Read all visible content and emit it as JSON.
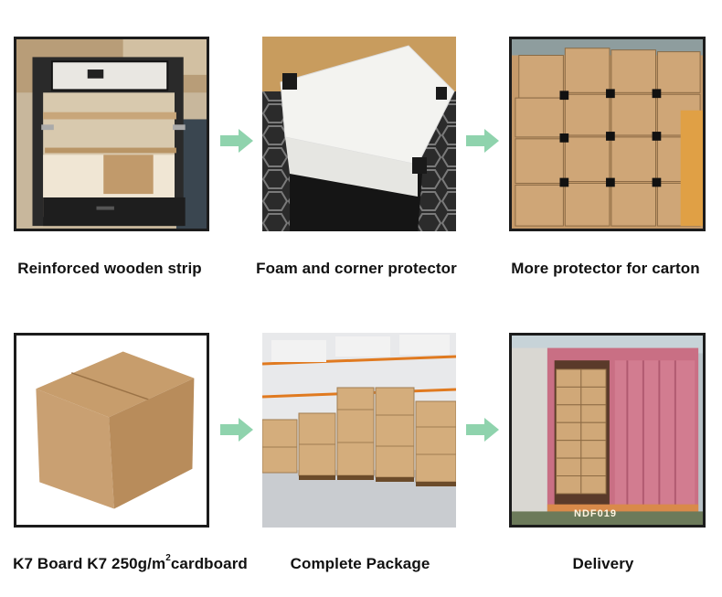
{
  "steps": [
    {
      "caption": "Reinforced wooden strip"
    },
    {
      "caption": "Foam and corner protector"
    },
    {
      "caption": "More protector for carton"
    },
    {
      "caption_parts": [
        "K7 Board K7 250g/m",
        "2",
        "cardboard"
      ]
    },
    {
      "caption": "Complete Package"
    },
    {
      "caption": "Delivery"
    }
  ],
  "container_marking": "NDF019",
  "colors": {
    "frame": "#1c1c1c",
    "arrow": "#8fd3ad",
    "carton": "#c9a072",
    "container_red": "#c96f84"
  },
  "icons": [
    "arrow-right-icon"
  ]
}
